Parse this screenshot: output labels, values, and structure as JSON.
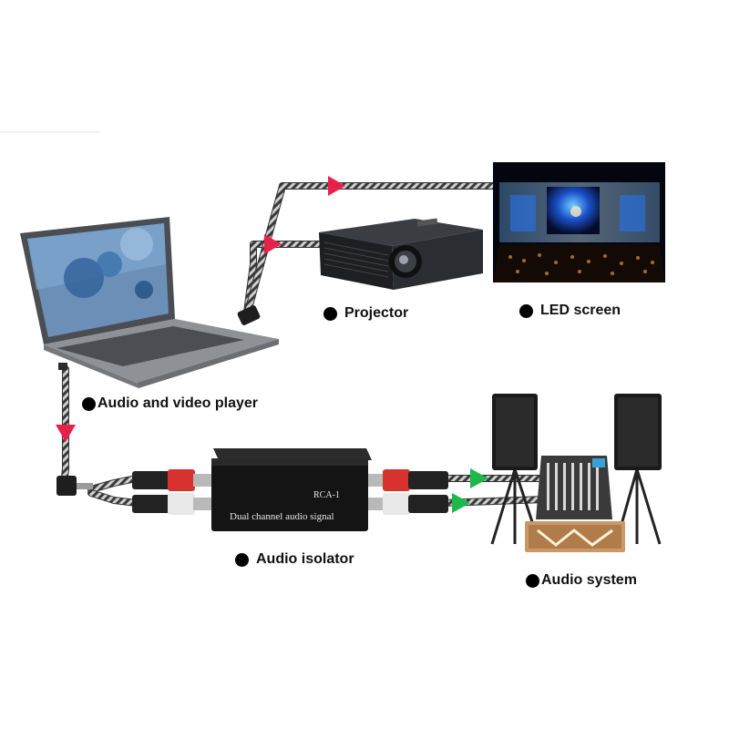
{
  "labels": {
    "projector": "Projector",
    "led_screen": "LED screen",
    "player": "Audio and video player",
    "isolator": "Audio isolator",
    "audio_system": "Audio system"
  },
  "isolator_box": {
    "model": "RCA-1",
    "caption": "Dual channel audio signal"
  },
  "colors": {
    "video_arrow": "#e8214a",
    "audio_arrow": "#1cb84a",
    "rca_red": "#d8322e",
    "rca_white": "#e8e8e8"
  },
  "icons": {
    "bullet": "black-dot-icon",
    "direction": "triangle-arrow-icon"
  }
}
